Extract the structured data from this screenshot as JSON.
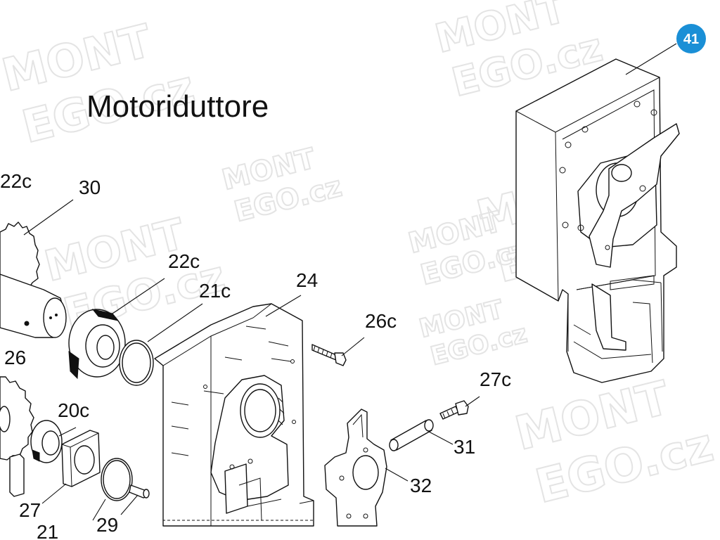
{
  "diagram": {
    "title": "Motoriduttore",
    "badge": {
      "text": "41",
      "color": "#1a8fd6"
    },
    "watermark": {
      "line1": "MONT",
      "line2": "EGO.cz",
      "color": "#e4e4e4"
    },
    "callouts": {
      "c_22c_top": "22c",
      "c_30": "30",
      "c_22c_mid": "22c",
      "c_24": "24",
      "c_21c": "21c",
      "c_26c": "26c",
      "c_26": "26",
      "c_27c": "27c",
      "c_20c": "20c",
      "c_31": "31",
      "c_32": "32",
      "c_27": "27",
      "c_29": "29",
      "c_21": "21"
    }
  }
}
